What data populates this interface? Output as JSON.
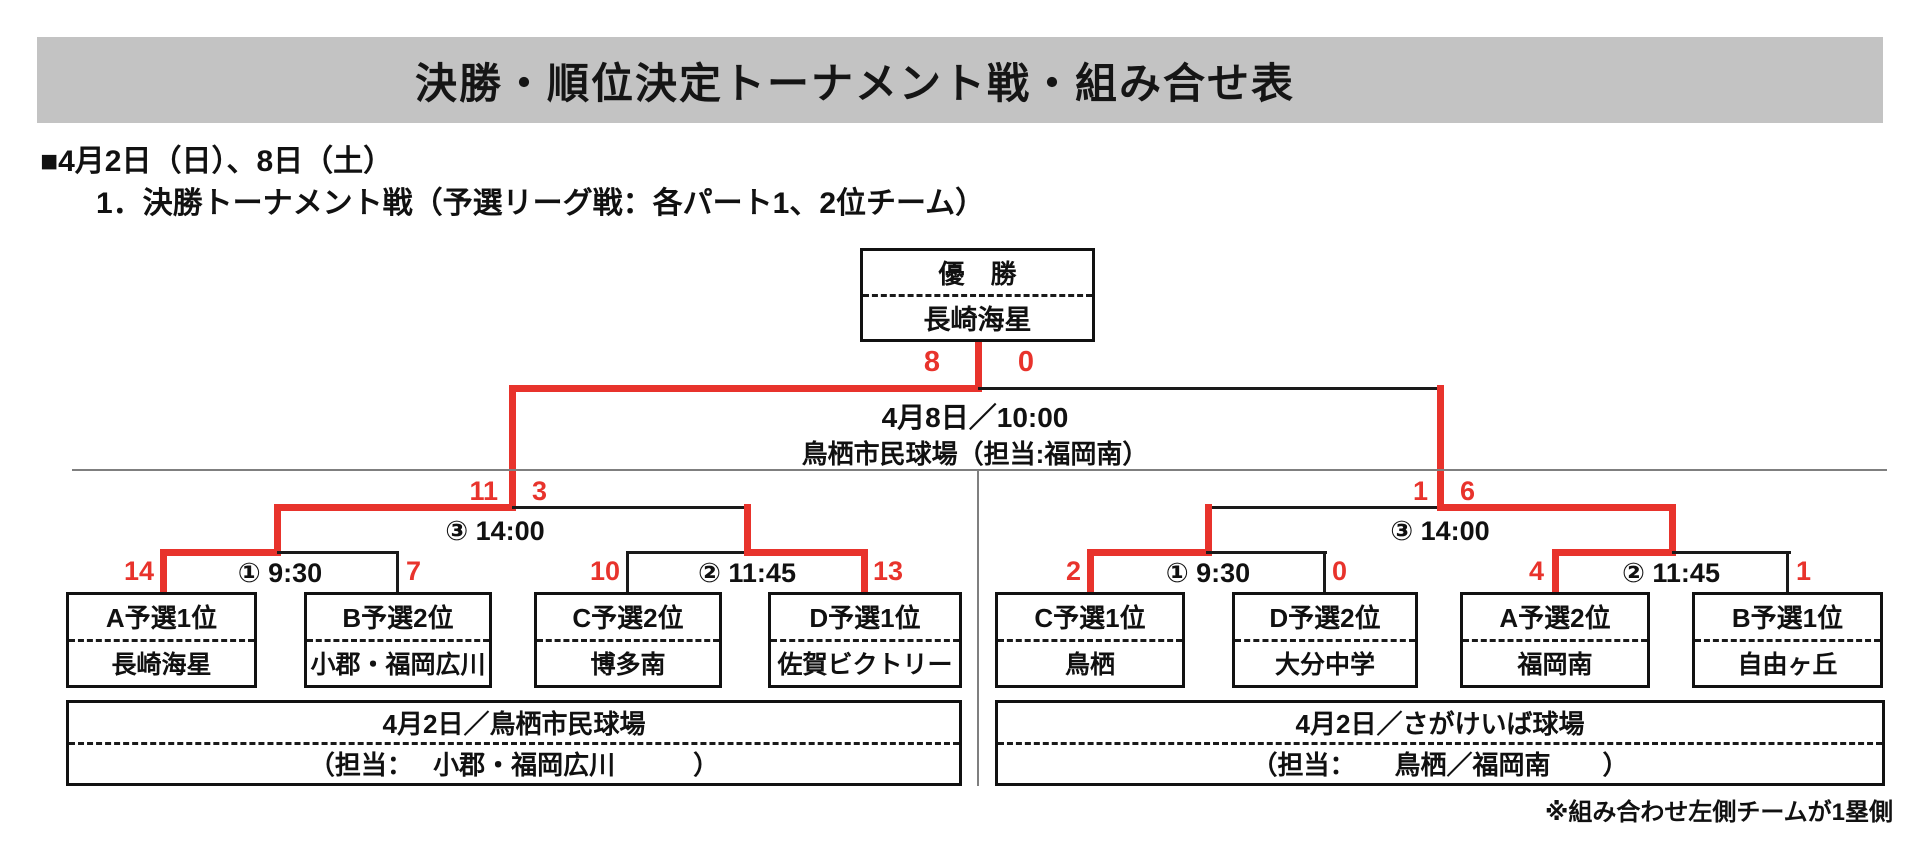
{
  "page": {
    "title": "決勝・順位決定トーナメント戦・組み合せ表",
    "date_heading": "■4月2日（日）、8日（土）",
    "sub_heading": "1．決勝トーナメント戦（予選リーグ戦：各パート1、2位チーム）",
    "footnote": "※組み合わせ左側チームが1塁側"
  },
  "champion_box": {
    "label": "優　勝",
    "team": "長崎海星"
  },
  "final": {
    "datetime": "4月8日／10:00",
    "venue": "鳥栖市民球場（担当:福岡南）",
    "score_left": "8",
    "score_right": "0"
  },
  "semifinal_left": {
    "label": "③ 14:00",
    "score_left": "11",
    "score_right": "3"
  },
  "semifinal_right": {
    "label": "③ 14:00",
    "score_left": "1",
    "score_right": "6"
  },
  "match_l1": {
    "label": "① 9:30",
    "score_left": "14",
    "score_right": "7"
  },
  "match_l2": {
    "label": "② 11:45",
    "score_left": "10",
    "score_right": "13"
  },
  "match_r1": {
    "label": "① 9:30",
    "score_left": "2",
    "score_right": "0"
  },
  "match_r2": {
    "label": "② 11:45",
    "score_left": "4",
    "score_right": "1"
  },
  "teams": [
    {
      "seed": "A予選1位",
      "name": "長崎海星"
    },
    {
      "seed": "B予選2位",
      "name": "小郡・福岡広川"
    },
    {
      "seed": "C予選2位",
      "name": "博多南"
    },
    {
      "seed": "D予選1位",
      "name": "佐賀ビクトリー"
    },
    {
      "seed": "C予選1位",
      "name": "鳥栖"
    },
    {
      "seed": "D予選2位",
      "name": "大分中学"
    },
    {
      "seed": "A予選2位",
      "name": "福岡南"
    },
    {
      "seed": "B予選1位",
      "name": "自由ヶ丘"
    }
  ],
  "venue_left": {
    "line1": "4月2日／鳥栖市民球場",
    "line2": "（担当：　 小郡・福岡広川　　　）"
  },
  "venue_right": {
    "line1": "4月2日／さがけいば球場",
    "line2": "（担当：　　鳥栖／福岡南　　）"
  },
  "colors": {
    "winner_path_red": "#e8332c",
    "bracket_line_black": "#1a1a1a",
    "banner_gray": "#c3c3c3",
    "divider_gray": "#7f7f7f"
  }
}
